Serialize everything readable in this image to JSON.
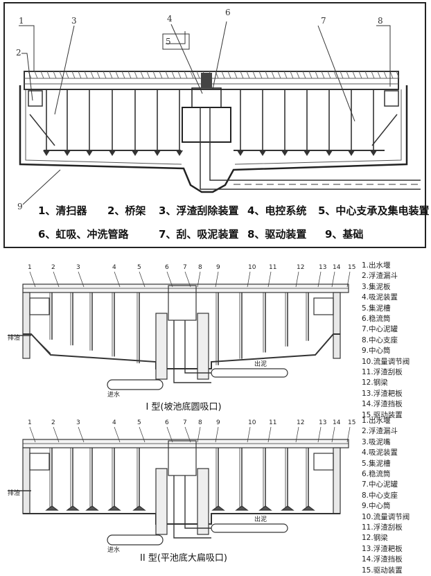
{
  "top_figure": {
    "callouts": [
      "1",
      "2",
      "3",
      "4",
      "5",
      "6",
      "7",
      "8",
      "9"
    ],
    "captions_row1": [
      "1、清扫器",
      "2、桥架",
      "3、浮渣刮除装置",
      "4、电控系统",
      "5、中心支承及集电装置"
    ],
    "captions_row2": [
      "6、虹吸、冲洗管路",
      "7、刮、吸泥装置",
      "8、驱动装置",
      "9、基础"
    ]
  },
  "fig1": {
    "caption": "I 型(坡池底圆吸口)",
    "callouts": [
      "1",
      "2",
      "3",
      "4",
      "5",
      "6",
      "7",
      "8",
      "9",
      "10",
      "11",
      "12",
      "13",
      "14",
      "15"
    ],
    "inlet": "进水",
    "outlet": "出泥",
    "drain": "排渣",
    "legend": [
      "1.出水堰",
      "2.浮渣漏斗",
      "3.集泥板",
      "4.吸泥装置",
      "5.集泥槽",
      "6.稳流筒",
      "7.中心泥罐",
      "8.中心支座",
      "9.中心筒",
      "10.流量调节阀",
      "11.浮渣刮板",
      "12.钢梁",
      "13.浮渣耙板",
      "14.浮渣挡板",
      "15.驱动装置"
    ]
  },
  "fig2": {
    "caption": "II 型(平池底大扁吸口)",
    "callouts": [
      "1",
      "2",
      "3",
      "4",
      "5",
      "6",
      "7",
      "8",
      "9",
      "10",
      "11",
      "12",
      "13",
      "14",
      "15"
    ],
    "inlet": "进水",
    "outlet": "出泥",
    "drain": "排渣",
    "legend": [
      "1.出水堰",
      "2.浮渣漏斗",
      "3.吸泥嘴",
      "4.吸泥装置",
      "5.集泥槽",
      "6.稳流筒",
      "7.中心泥罐",
      "8.中心支座",
      "9.中心筒",
      "10.流量调节阀",
      "11.浮渣刮板",
      "12.钢梁",
      "13.浮渣耙板",
      "14.浮渣挡板",
      "15.驱动装置"
    ]
  }
}
